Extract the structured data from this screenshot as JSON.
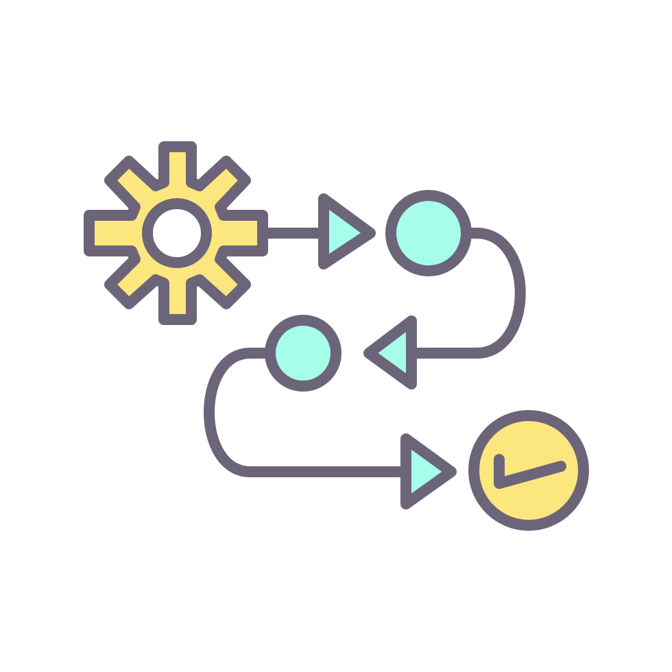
{
  "illustration": {
    "kind": "process-workflow-icon",
    "steps": [
      {
        "name": "gear",
        "icon": "gear-icon"
      },
      {
        "name": "node-1",
        "icon": "circle-node"
      },
      {
        "name": "node-2",
        "icon": "circle-node"
      },
      {
        "name": "complete",
        "icon": "checkmark-icon"
      }
    ],
    "colors": {
      "stroke": "#6c6579",
      "yellow": "#fbe77e",
      "mint": "#a6fde9",
      "white": "#ffffff",
      "background": "#ffffff"
    }
  }
}
